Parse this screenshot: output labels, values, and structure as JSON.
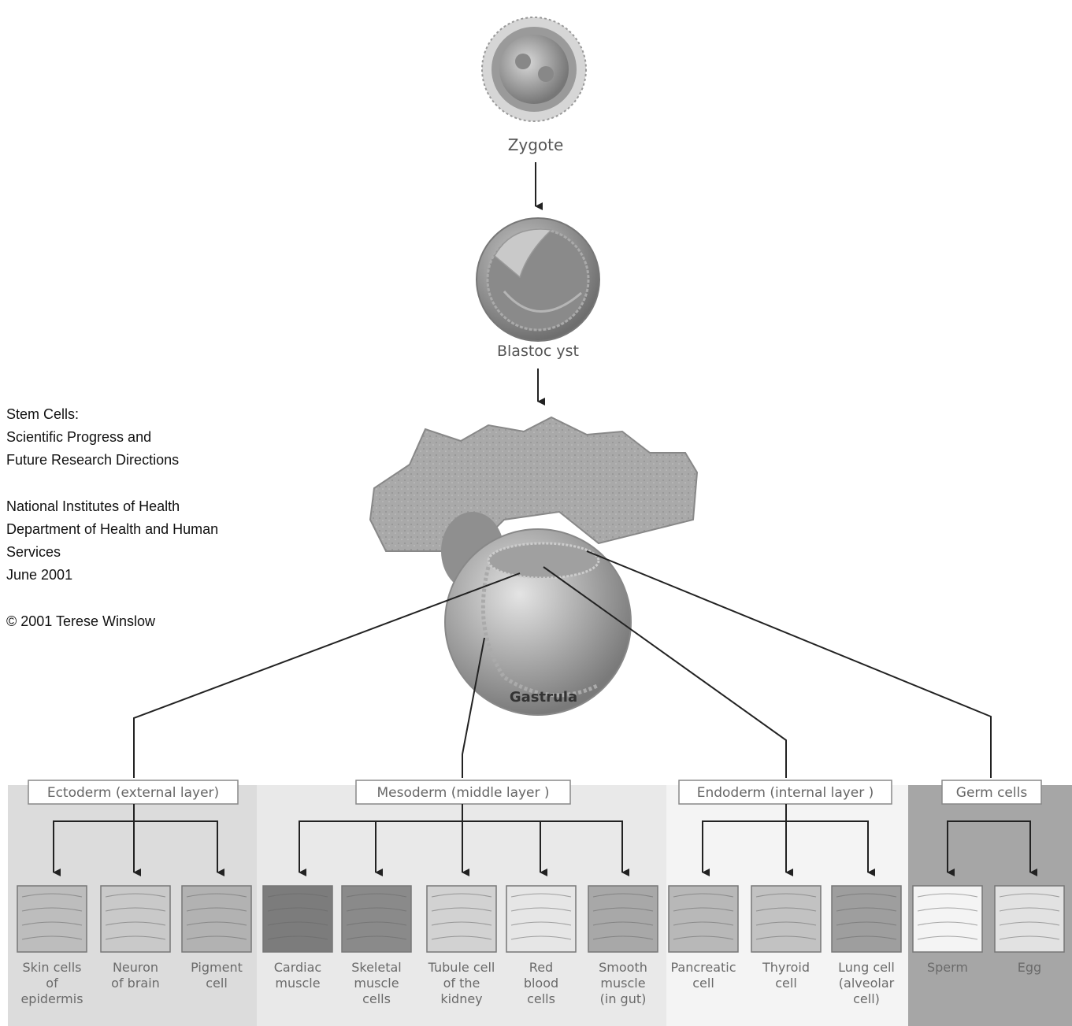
{
  "credits": {
    "title_lines": [
      "Stem Cells:",
      "Scientific  Progress  and",
      "Future  Research  Directions"
    ],
    "org_lines": [
      "National Institutes of Health",
      "Department of Health and Human",
      "Services",
      "June 2001"
    ],
    "copyright": "© 2001  Terese  Winslow"
  },
  "stages": {
    "zygote": "Zygote",
    "blastocyst": "Blastoc yst",
    "gastrula": "Gastrula"
  },
  "layers": [
    {
      "header": "Ectoderm (external layer)",
      "cells": [
        {
          "lines": [
            "Skin cells",
            "of",
            "epidermis"
          ]
        },
        {
          "lines": [
            "Neuron",
            "of brain"
          ]
        },
        {
          "lines": [
            "Pigment",
            "cell"
          ]
        }
      ]
    },
    {
      "header": "Mesoderm (middle layer )",
      "cells": [
        {
          "lines": [
            "Cardiac",
            "muscle"
          ]
        },
        {
          "lines": [
            "Skeletal",
            "muscle",
            "cells"
          ]
        },
        {
          "lines": [
            "Tubule cell",
            "of the",
            "kidney"
          ]
        },
        {
          "lines": [
            "Red",
            "blood",
            "cells"
          ]
        },
        {
          "lines": [
            "Smooth",
            "muscle",
            "(in gut)"
          ]
        }
      ]
    },
    {
      "header": "Endoderm (internal layer )",
      "cells": [
        {
          "lines": [
            "Pancreatic",
            "cell"
          ]
        },
        {
          "lines": [
            "Thyroid",
            "cell"
          ]
        },
        {
          "lines": [
            "Lung cell",
            "(alveolar",
            "cell)"
          ]
        }
      ]
    },
    {
      "header": "Germ cells",
      "cells": [
        {
          "lines": [
            "Sperm"
          ]
        },
        {
          "lines": [
            "Egg"
          ]
        }
      ]
    }
  ]
}
